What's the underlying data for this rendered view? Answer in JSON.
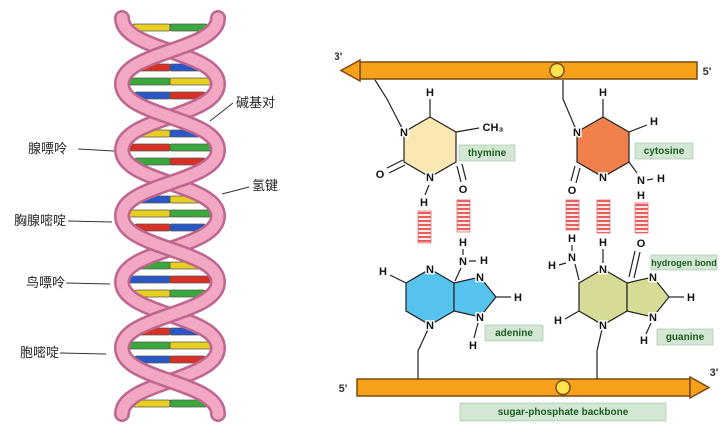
{
  "colors": {
    "backbone_orange": "#F7A11B",
    "backbone_outline": "#7A4A10",
    "phosphate_yellow": "#FFE34D",
    "thymine_fill": "#FBE7B2",
    "cytosine_fill": "#F0804C",
    "adenine_fill": "#56C2EE",
    "guanine_fill": "#D8DB96",
    "hydrogen_bond_red": "#E85C5C",
    "helix_pink": "#F2A7C3",
    "helix_outline": "#BE6590",
    "label_bg": "#D4E6D4",
    "label_text": "#1B5E20"
  },
  "left_panel": {
    "labels": {
      "base_pair": "碱基对",
      "adenine": "腺嘌呤",
      "hydrogen_bond": "氢键",
      "thymine": "胸腺嘧啶",
      "guanine": "鸟嘌呤",
      "cytosine": "胞嘧啶"
    }
  },
  "right_panel": {
    "ends": {
      "top_left": "3'",
      "top_right": "5'",
      "bottom_left": "5'",
      "bottom_right": "3'"
    },
    "backbone_label": "sugar-phosphate backbone",
    "bases": {
      "thymine": "thymine",
      "cytosine": "cytosine",
      "adenine": "adenine",
      "guanine": "guanine"
    },
    "hydrogen_bond": "hydrogen bond",
    "symbols": {
      "hydrogen": "H",
      "nitrogen": "N",
      "oxygen": "O",
      "methyl": "CH₃"
    }
  }
}
